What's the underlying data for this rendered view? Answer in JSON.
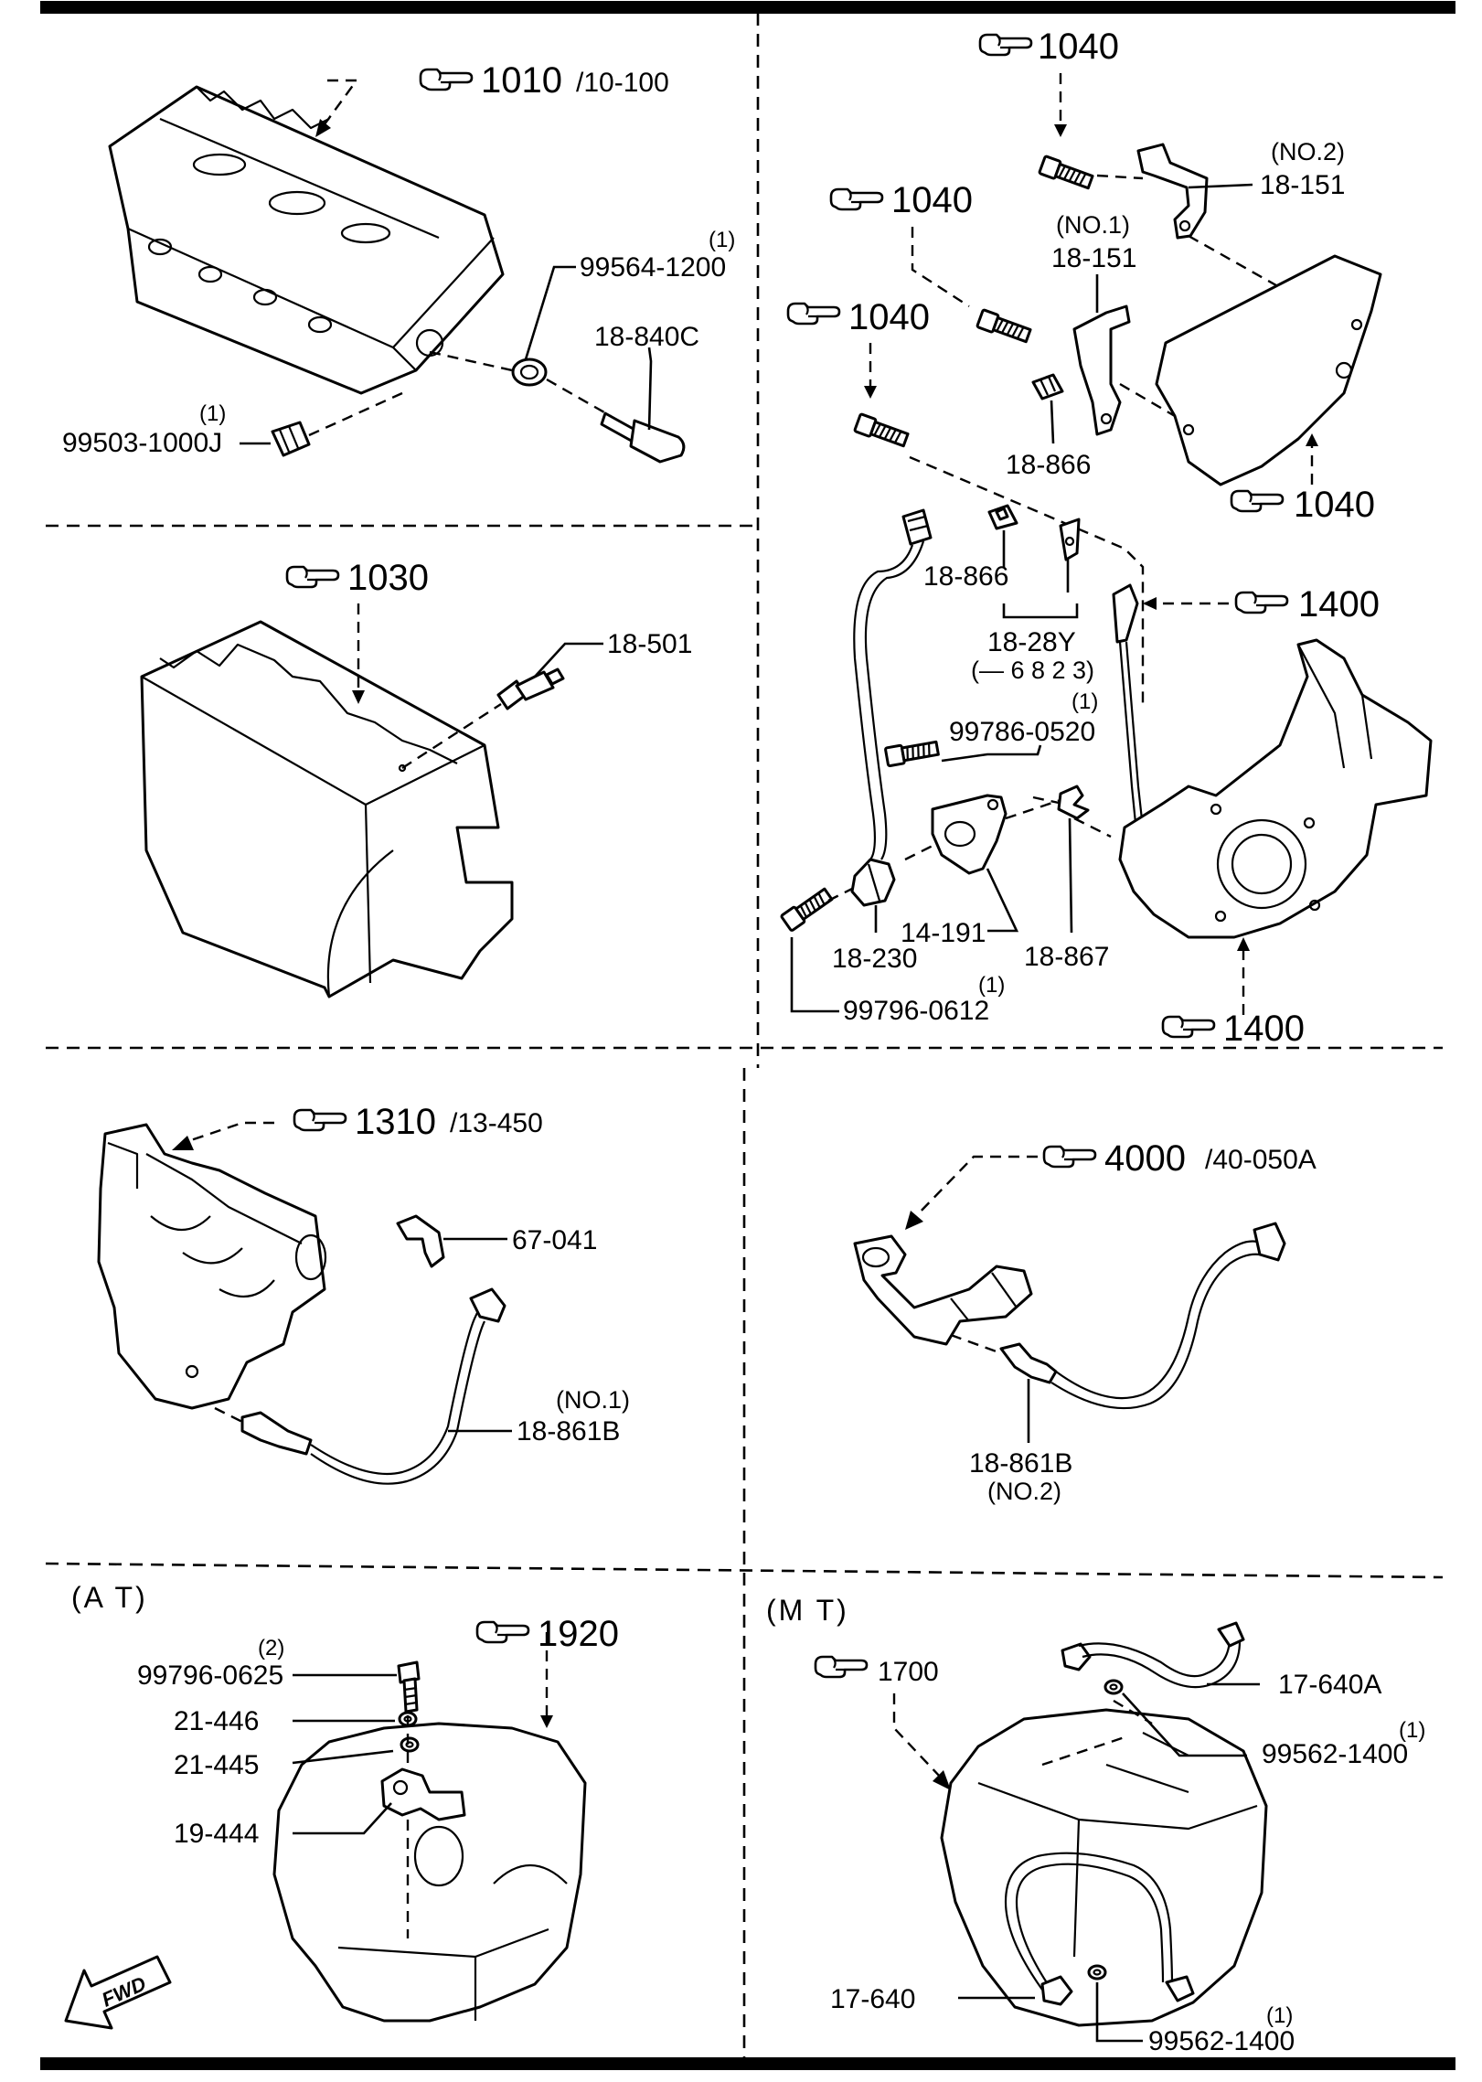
{
  "sections": {
    "at": "(A T)",
    "mt": "(M T)"
  },
  "refs": {
    "r1010": "1010",
    "r1010_sub": "/10-100",
    "r1030": "1030",
    "r1040_a": "1040",
    "r1040_b": "1040",
    "r1040_c": "1040",
    "r1040_d": "1040",
    "r1400_a": "1400",
    "r1400_b": "1400",
    "r1310": "1310",
    "r1310_sub": "/13-450",
    "r4000": "4000",
    "r4000_sub": "/40-050A",
    "r1920": "1920",
    "r1700": "1700"
  },
  "parts": {
    "p99564_1200": "99564-1200",
    "p99564_1200_qty": "(1)",
    "p18_840c": "18-840C",
    "p99503_1000": "99503-1000J",
    "p99503_1000_qty": "(1)",
    "p18_501": "18-501",
    "p18_151_no2_note": "(NO.2)",
    "p18_151_no2": "18-151",
    "p18_151_no1_note": "(NO.1)",
    "p18_151_no1": "18-151",
    "p18_866_a": "18-866",
    "p18_866_b": "18-866",
    "p18_28y": "18-28Y",
    "p18_28y_note": "(— 6 8 2 3)",
    "p99786_0520": "99786-0520",
    "p99786_0520_qty": "(1)",
    "p14_191": "14-191",
    "p18_230": "18-230",
    "p18_867": "18-867",
    "p99796_0612": "99796-0612",
    "p99796_0612_qty": "(1)",
    "p67_041": "67-041",
    "p18_861b_no1_note": "(NO.1)",
    "p18_861b_no1": "18-861B",
    "p18_861b_no2": "18-861B",
    "p18_861b_no2_note": "(NO.2)",
    "p99796_0625": "99796-0625",
    "p99796_0625_qty": "(2)",
    "p21_446": "21-446",
    "p21_445": "21-445",
    "p19_444": "19-444",
    "p17_640a": "17-640A",
    "p99562_1400_a": "99562-1400",
    "p99562_1400_a_qty": "(1)",
    "p17_640": "17-640",
    "p99562_1400_b": "99562-1400",
    "p99562_1400_b_qty": "(1)"
  },
  "fwd": "FWD",
  "icons": {
    "reference": "pointing-hand-icon",
    "direction": "fwd-arrow-icon"
  }
}
